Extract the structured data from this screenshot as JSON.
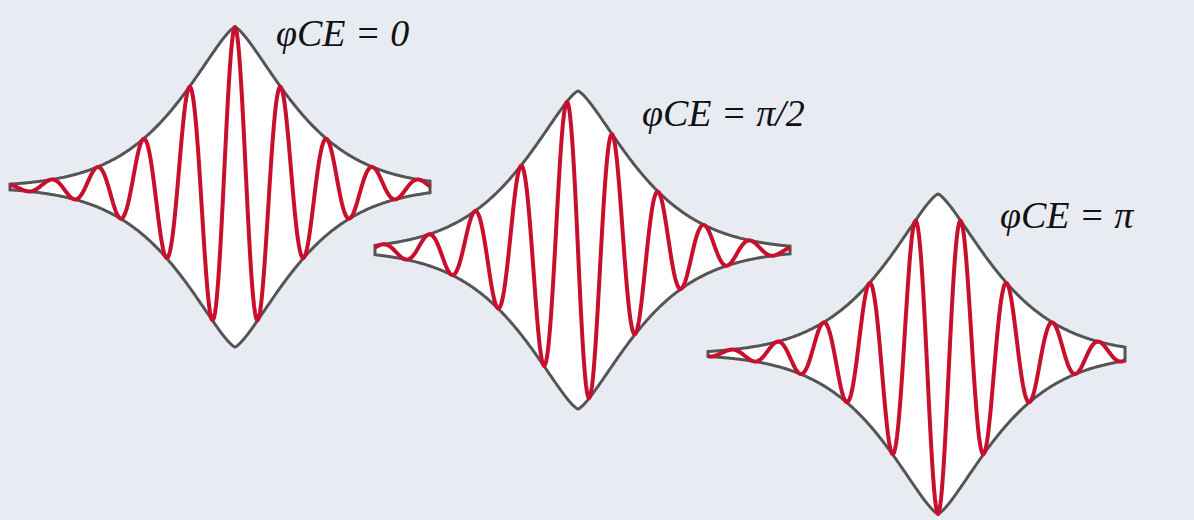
{
  "diagram": {
    "labels": [
      "φCE = 0",
      "φCE = π/2",
      "φCE = π"
    ]
  }
}
